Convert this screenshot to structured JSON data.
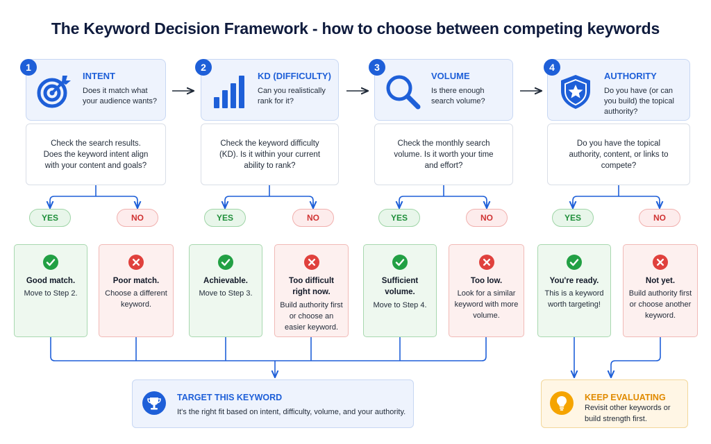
{
  "title": "The Keyword Decision Framework - how to choose between competing keywords",
  "colors": {
    "primary": "#1e5fd8",
    "yes": "#1f8f3a",
    "no": "#d03333",
    "keep": "#e08a00",
    "line": "#1e5fd8"
  },
  "steps": [
    {
      "number": "1",
      "icon": "target-icon",
      "title": "INTENT",
      "subtitle": "Does it match what your audience wants?",
      "question": "Check the search results. Does the keyword intent align with your content and goals?",
      "yes_label": "YES",
      "no_label": "NO",
      "yes_title": "Good match.",
      "yes_desc": "Move to Step 2.",
      "no_title": "Poor match.",
      "no_desc": "Choose a different keyword."
    },
    {
      "number": "2",
      "icon": "bar-chart-icon",
      "title": "KD (DIFFICULTY)",
      "subtitle": "Can you realistically rank for it?",
      "question": "Check the keyword difficulty (KD). Is it within your current ability to rank?",
      "yes_label": "YES",
      "no_label": "NO",
      "yes_title": "Achievable.",
      "yes_desc": "Move to Step 3.",
      "no_title": "Too difficult right now.",
      "no_desc": "Build authority first or choose an easier keyword."
    },
    {
      "number": "3",
      "icon": "magnifier-icon",
      "title": "VOLUME",
      "subtitle": "Is there enough search volume?",
      "question": "Check the monthly search volume. Is it worth your time and effort?",
      "yes_label": "YES",
      "no_label": "NO",
      "yes_title": "Sufficient volume.",
      "yes_desc": "Move to Step 4.",
      "no_title": "Too low.",
      "no_desc": "Look for a similar keyword with more volume."
    },
    {
      "number": "4",
      "icon": "shield-star-icon",
      "title": "AUTHORITY",
      "subtitle": "Do you have (or can you build) the topical authority?",
      "question": "Do you have the topical authority, content, or links to compete?",
      "yes_label": "YES",
      "no_label": "NO",
      "yes_title": "You're ready.",
      "yes_desc": "This is a keyword worth targeting!",
      "no_title": "Not yet.",
      "no_desc": "Build authority first or choose another keyword."
    }
  ],
  "target": {
    "icon": "trophy-icon",
    "title": "TARGET THIS KEYWORD",
    "desc": "It's the right fit based on intent, difficulty, volume, and your authority."
  },
  "keep": {
    "icon": "lightbulb-icon",
    "title": "KEEP EVALUATING",
    "desc": "Revisit other keywords or build strength first."
  }
}
